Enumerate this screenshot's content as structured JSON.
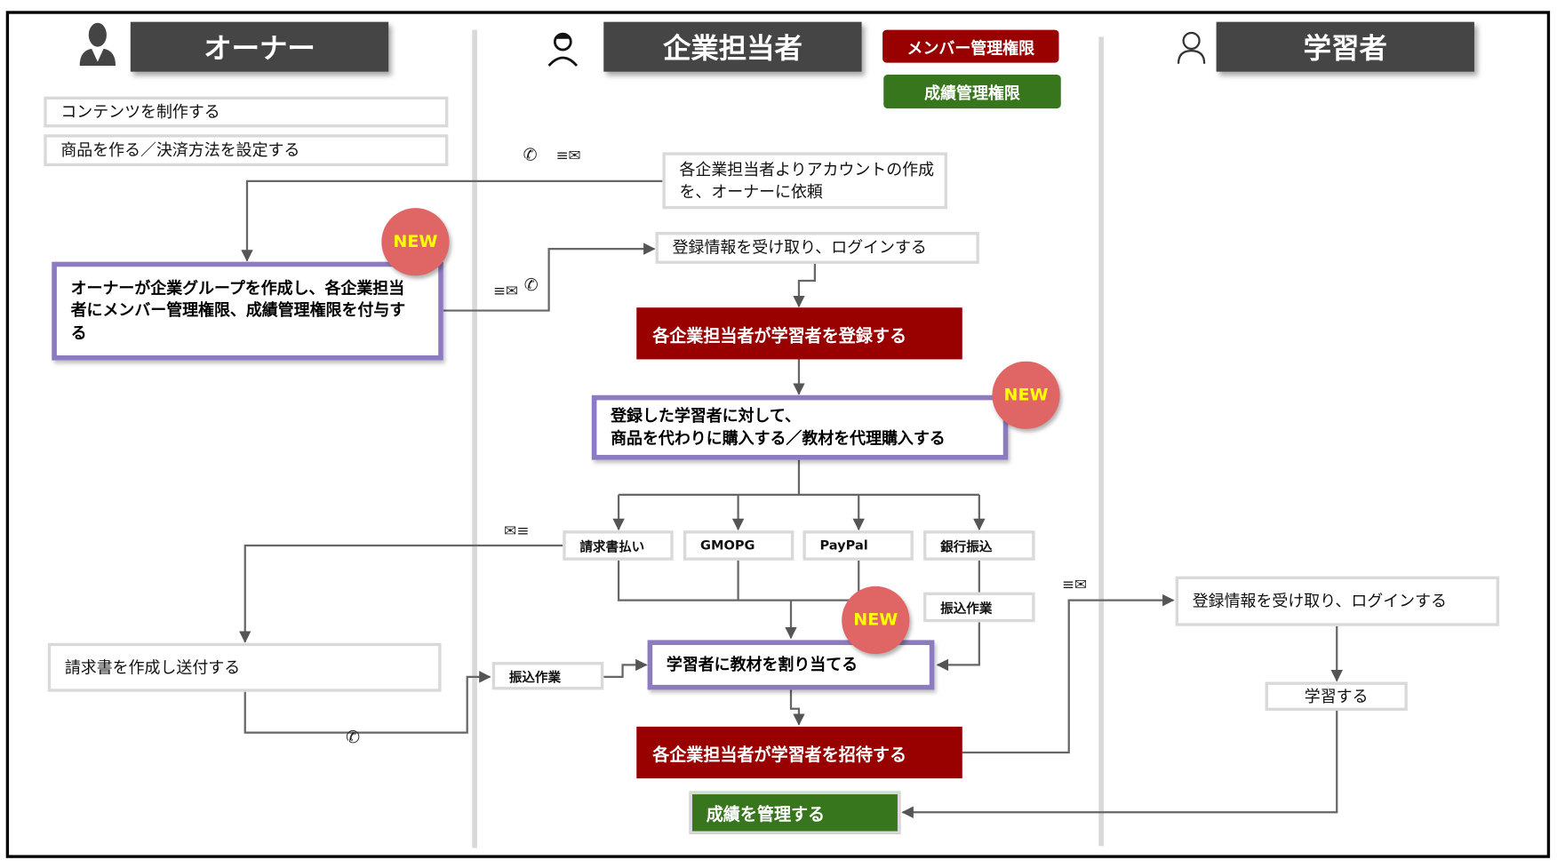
{
  "lanes": {
    "owner": {
      "title": "オーナー",
      "icon": "businessman-icon"
    },
    "manager": {
      "title": "企業担当者",
      "icon": "person-icon"
    },
    "learner": {
      "title": "学習者",
      "icon": "user-outline-icon"
    }
  },
  "badges": {
    "member": "メンバー管理権限",
    "grades": "成績管理権限"
  },
  "owner_steps": {
    "create_content": "コンテンツを制作する",
    "create_product": "商品を作る／決済方法を設定する",
    "create_group": "オーナーが企業グループを作成し、各企業担当者にメンバー管理権限、成績管理権限を付与する",
    "send_invoice": "請求書を作成し送付する"
  },
  "manager_steps": {
    "request_account": "各企業担当者よりアカウントの作成を、オーナーに依頼",
    "receive_login": "登録情報を受け取り、ログインする",
    "register_learners": "各企業担当者が学習者を登録する",
    "purchase": "登録した学習者に対して、\n商品を代わりに購入する／教材を代理購入する",
    "assign": "学習者に教材を割り当てる",
    "invite": "各企業担当者が学習者を招待する",
    "manage_grades": "成績を管理する",
    "transfer_left": "振込作業",
    "transfer_right": "振込作業"
  },
  "payments": [
    "請求書払い",
    "GMOPG",
    "PayPal",
    "銀行振込"
  ],
  "learner_steps": {
    "receive_login": "登録情報を受け取り、ログインする",
    "study": "学習する"
  },
  "new_label": "NEW",
  "colors": {
    "header": "#454545",
    "red": "#990000",
    "green": "#38761d",
    "purple": "#8c7bc1",
    "new": "#e06666"
  }
}
